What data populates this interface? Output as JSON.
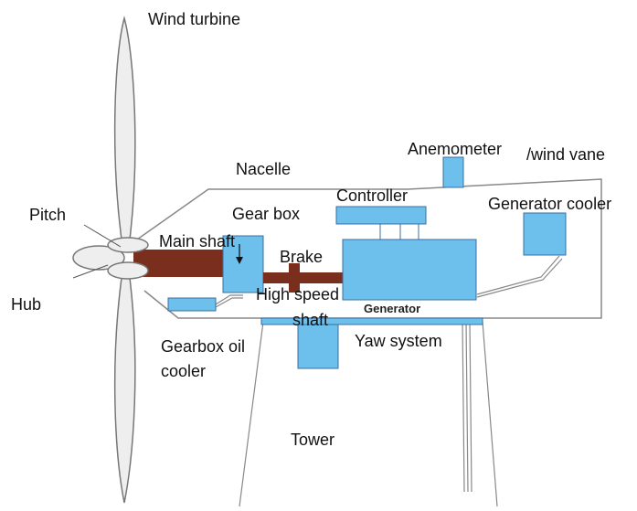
{
  "labels": {
    "wind_turbine": "Wind turbine",
    "nacelle": "Nacelle",
    "anemometer": "Anemometer",
    "wind_vane": "/wind vane",
    "controller": "Controller",
    "generator_cooler": "Generator cooler",
    "pitch": "Pitch",
    "gear_box": "Gear box",
    "main_shaft": "Main shaft",
    "brake": "Brake",
    "high_speed_shaft_line1": "High speed",
    "high_speed_shaft_line2": "shaft",
    "generator": "Generator",
    "hub": "Hub",
    "gearbox_oil_cooler_line1": "Gearbox oil",
    "gearbox_oil_cooler_line2": "cooler",
    "yaw_system": "Yaw system",
    "tower": "Tower"
  },
  "colors": {
    "component_fill": "#6dbfec",
    "component_stroke": "#3a6fa0",
    "shaft": "#7a2f1e",
    "outline": "#888888",
    "blade_fill": "#eeeeee",
    "blade_stroke": "#777777"
  }
}
